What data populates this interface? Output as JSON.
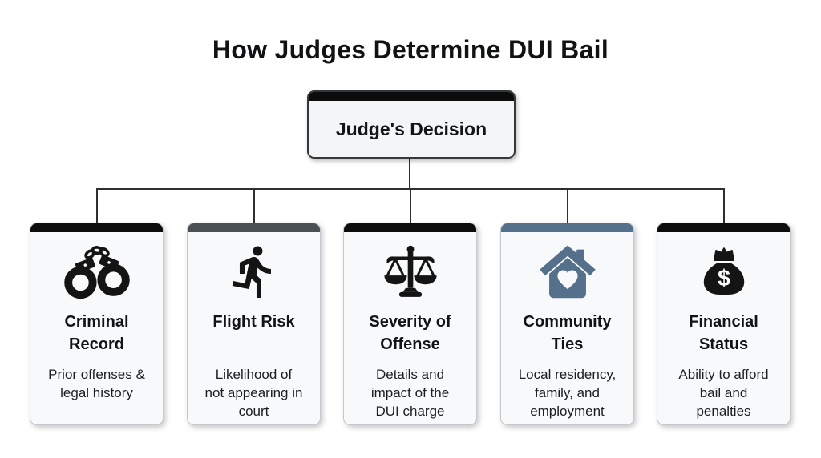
{
  "page": {
    "title": "How Judges Determine DUI Bail"
  },
  "root_node": {
    "label": "Judge's Decision",
    "bar_color": "#0c0c0d"
  },
  "factors": [
    {
      "id": "criminal-record",
      "title": "Criminal\nRecord",
      "description": "Prior offenses &\nlegal history",
      "icon": "handcuffs-icon",
      "bar_color": "#0c0c0d",
      "icon_color": "#141414"
    },
    {
      "id": "flight-risk",
      "title": "Flight Risk",
      "description": "Likelihood of\nnot appearing in\ncourt",
      "icon": "running-person-icon",
      "bar_color": "#4a5056",
      "icon_color": "#141414"
    },
    {
      "id": "severity-of-offense",
      "title": "Severity of\nOffense",
      "description": "Details and\nimpact of the\nDUI charge",
      "icon": "scales-of-justice-icon",
      "bar_color": "#0c0c0d",
      "icon_color": "#141414"
    },
    {
      "id": "community-ties",
      "title": "Community\nTies",
      "description": "Local residency,\nfamily, and\nemployment",
      "icon": "house-heart-icon",
      "bar_color": "#54718c",
      "icon_color": "#54708a"
    },
    {
      "id": "financial-status",
      "title": "Financial\nStatus",
      "description": "Ability to afford\nbail and\npenalties",
      "icon": "money-bag-icon",
      "bar_color": "#0c0c0d",
      "icon_color": "#141414"
    }
  ],
  "colors": {
    "background": "#ffffff",
    "card_body": "#f8f9fb",
    "card_border": "#c5c9cd",
    "connector": "#2e2f31",
    "accent_black": "#0c0c0d",
    "accent_gray": "#4a5056",
    "accent_slate_blue": "#54718c"
  }
}
